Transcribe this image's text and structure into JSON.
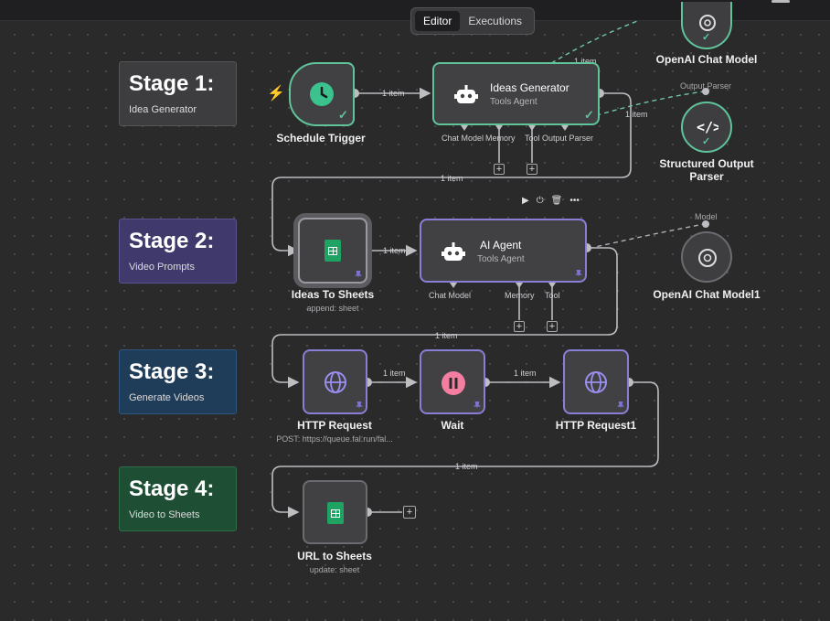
{
  "tabs": {
    "editor": "Editor",
    "executions": "Executions"
  },
  "stages": [
    {
      "title": "Stage 1:",
      "subtitle": "Idea Generator",
      "color": "#3d3d40"
    },
    {
      "title": "Stage 2:",
      "subtitle": "Video Prompts",
      "color": "#3f3a6b"
    },
    {
      "title": "Stage 3:",
      "subtitle": "Generate Videos",
      "color": "#1f3c59"
    },
    {
      "title": "Stage 4:",
      "subtitle": "Video to Sheets",
      "color": "#1e4f34"
    }
  ],
  "nodes": {
    "schedule_trigger": {
      "title": "Schedule Trigger"
    },
    "ideas_generator": {
      "title": "Ideas Generator",
      "subtitle": "Tools Agent",
      "ports": [
        "Chat Model",
        "Memory",
        "Tool",
        "Output Parser"
      ]
    },
    "openai_chat_model": {
      "title": "OpenAI Chat Model"
    },
    "structured_output_parser": {
      "title": "Structured Output Parser",
      "port_label": "Output Parser"
    },
    "ideas_to_sheets": {
      "title": "Ideas To Sheets",
      "subtitle": "append: sheet"
    },
    "ai_agent": {
      "title": "AI Agent",
      "subtitle": "Tools Agent",
      "ports": [
        "Chat Model",
        "Memory",
        "Tool"
      ]
    },
    "openai_chat_model1": {
      "title": "OpenAI Chat Model1",
      "port_label": "Model"
    },
    "http_request": {
      "title": "HTTP Request",
      "subtitle": "POST: https://queue.fal.run/fal..."
    },
    "wait": {
      "title": "Wait"
    },
    "http_request1": {
      "title": "HTTP Request1"
    },
    "url_to_sheets": {
      "title": "URL to Sheets",
      "subtitle": "update: sheet"
    }
  },
  "connection_label": "1 item",
  "colors": {
    "success": "#5fc49a",
    "accent": "#8a7fd6",
    "trigger": "#ef6e5a",
    "sheets": "#1ea362",
    "wait": "#f37ea0"
  }
}
